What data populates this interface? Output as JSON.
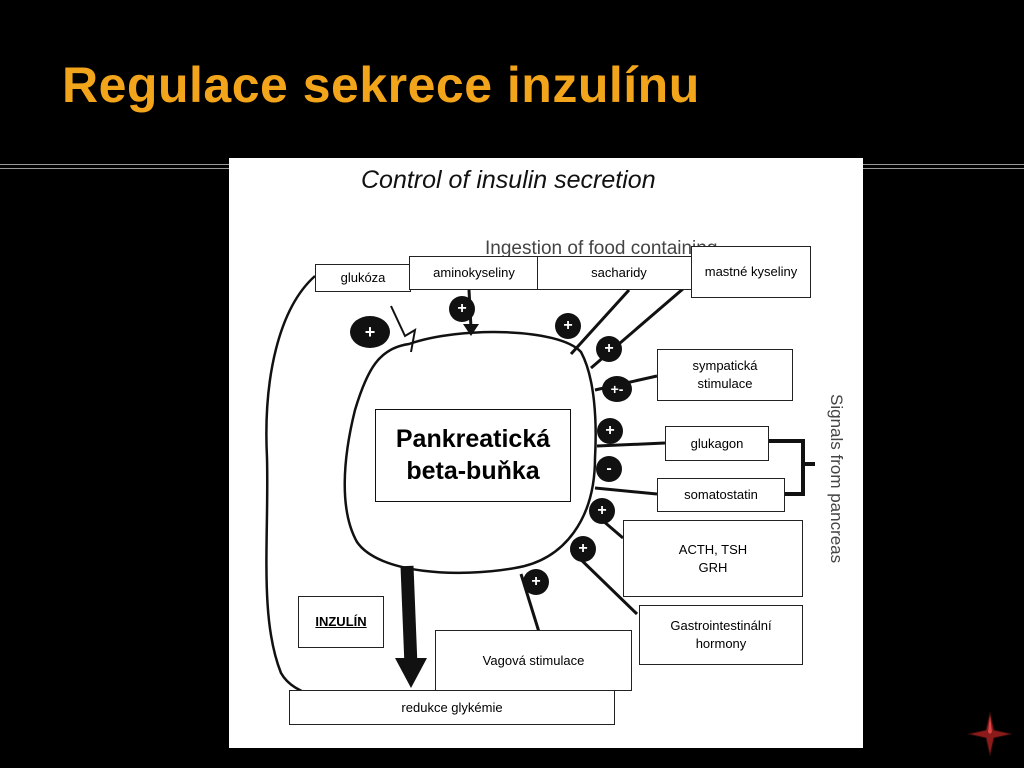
{
  "slide": {
    "title": "Regulace sekrece inzulínu"
  },
  "diagram": {
    "heading": "Control of insulin secretion",
    "faded_caption": "Ingestion of food containing",
    "faded_side": "Signals from pancreas",
    "cell": "Pankreatická\nbeta-buňka",
    "labels": {
      "glukoza": "glukóza",
      "aminokyseliny": "aminokyseliny",
      "sacharidy": "sacharidy",
      "mastne_kyseliny": "mastné kyseliny",
      "sympaticka": "sympatická\nstimulace",
      "glukagon": "glukagon",
      "somatostatin": "somatostatin",
      "acth": "ACTH, TSH\nGRH",
      "gastro": "Gastrointestinální\nhormony",
      "vagova": "Vagová stimulace",
      "inzulin": "INZULÍN",
      "redukce": "redukce glykémie"
    },
    "signs": {
      "glukoza": "+",
      "aminokyseliny": "+",
      "sacharidy": "+",
      "mastne_kyseliny": "+",
      "sympaticka": "+-",
      "glukagon": "+",
      "somatostatin": "-",
      "acth": "+",
      "gastro": "+",
      "vagova": "+"
    }
  },
  "colors": {
    "title": "#f2a51a",
    "background": "#000000",
    "panel": "#ffffff",
    "star": "#8b1a1a"
  },
  "icons": {
    "corner": "compass-star-icon"
  }
}
